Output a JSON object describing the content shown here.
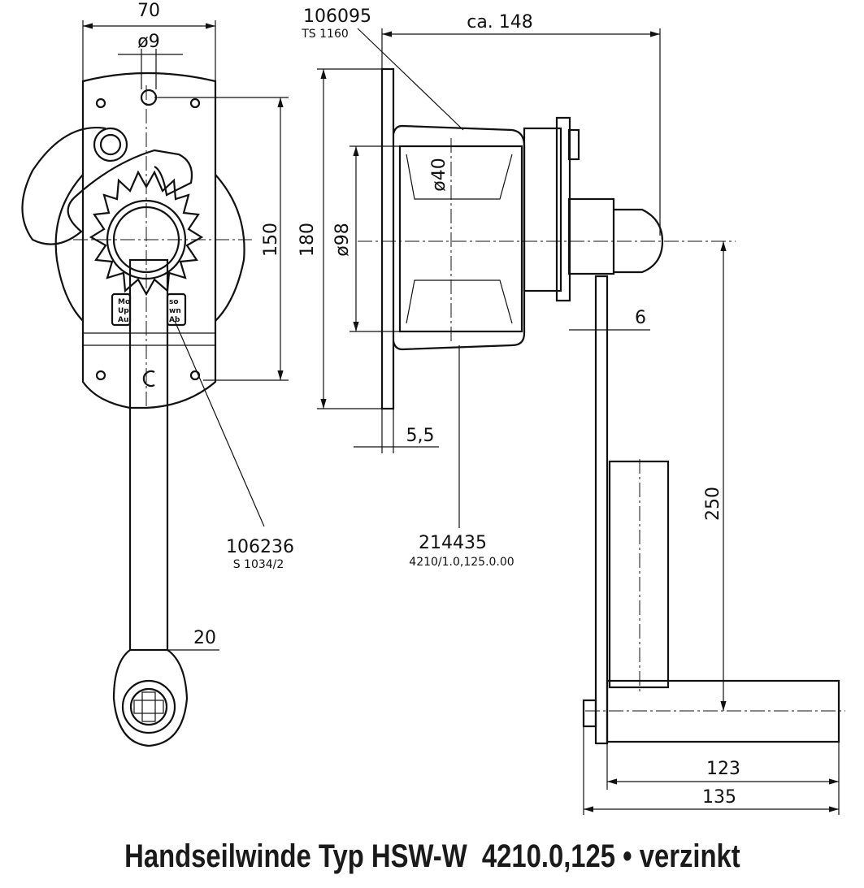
{
  "title": "Handseilwinde Typ HSW-W  4210.0,125 • verzinkt",
  "front_view": {
    "dim_width": "70",
    "dim_hole": "ø9",
    "dim_height": "150",
    "dim_handle_width": "20",
    "label_up": [
      "Mo",
      "Up",
      "Au"
    ],
    "label_down": [
      "so",
      "wn",
      "Ab"
    ],
    "part_number": "106236",
    "part_ref": "S 1034/2"
  },
  "side_view": {
    "dim_height": "180",
    "dim_drum": "ø98",
    "dim_shaft": "ø40",
    "dim_depth": "ca. 148",
    "dim_plate": "5,5",
    "dim_arm": "6",
    "dim_crank_length": "250",
    "dim_handle_inner": "123",
    "dim_handle_outer": "135",
    "part_top_number": "106095",
    "part_top_ref": "TS 1160",
    "part_drum_number": "214435",
    "part_drum_ref": "4210/1.0,125.0.00"
  }
}
